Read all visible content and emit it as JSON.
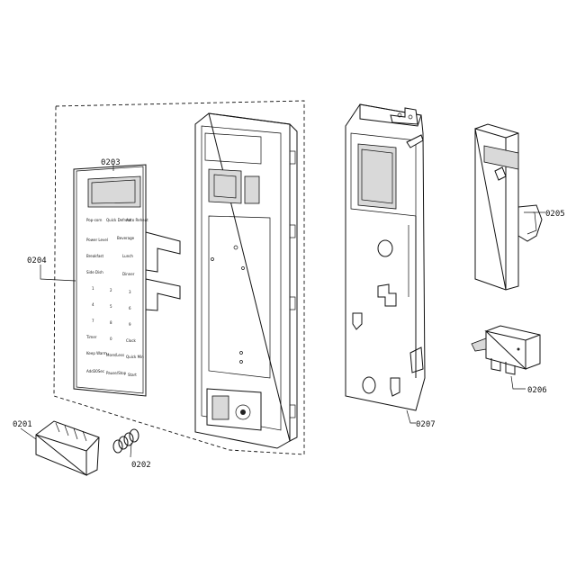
{
  "parts": {
    "p0201": "0201",
    "p0202": "0202",
    "p0203": "0203",
    "p0204": "0204",
    "p0205": "0205",
    "p0206": "0206",
    "p0207": "0207"
  },
  "keypad": {
    "keys": [
      "Pop-corn",
      "Quick Defrost",
      "Auto Reheat",
      "Power Level",
      "Beverage",
      "Breakfast",
      "Lunch",
      "Side Dish",
      "Dinner",
      "1",
      "2",
      "3",
      "4",
      "5",
      "6",
      "7",
      "8",
      "9",
      "Timer",
      "0",
      "Clock",
      "Keep Warm",
      "More/Less",
      "Quick Min",
      "Add30Sec",
      "Pause/Stop",
      "Start"
    ]
  }
}
